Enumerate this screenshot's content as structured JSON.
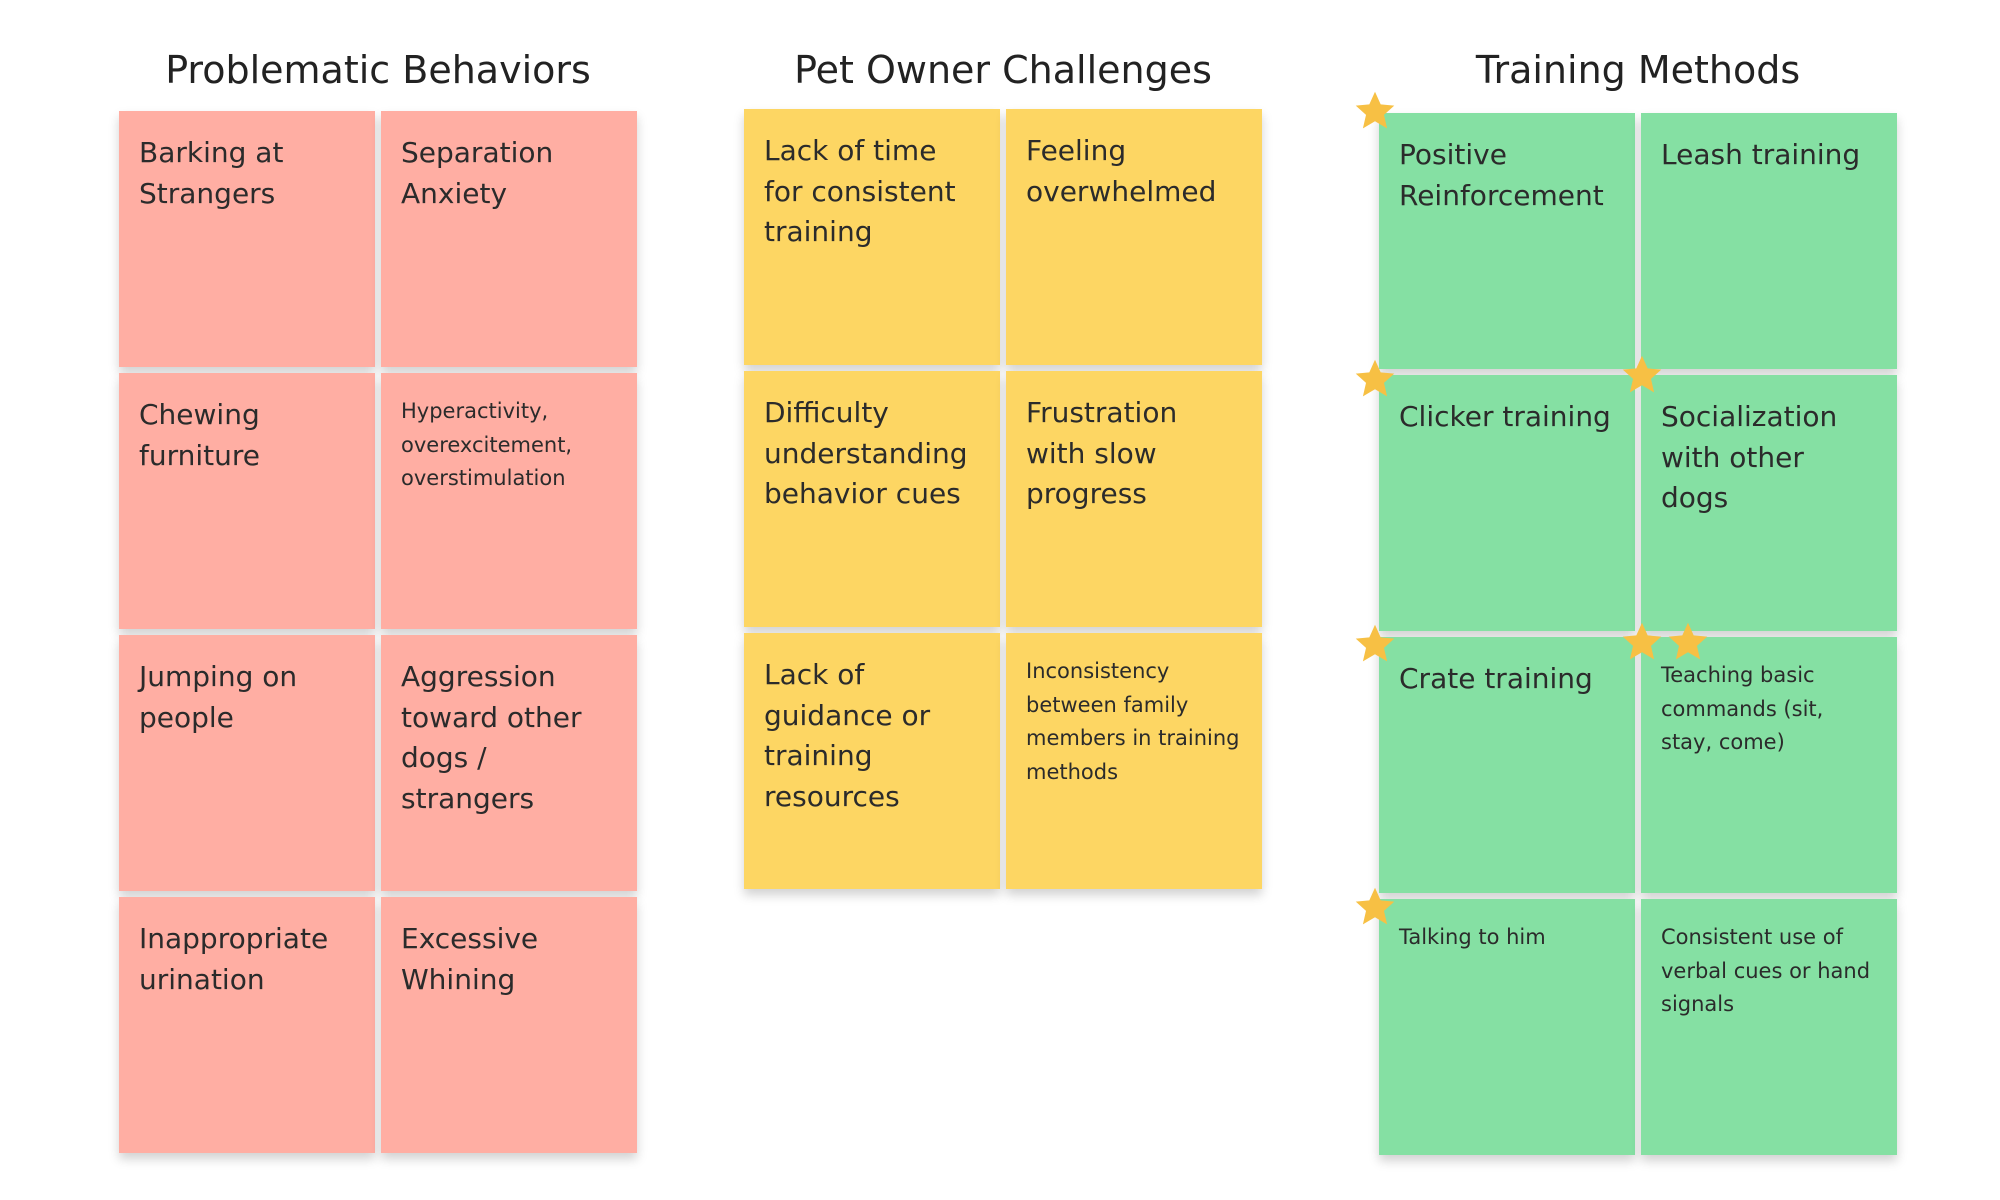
{
  "columns": [
    {
      "title": "Problematic Behaviors",
      "color": "#ffaea3",
      "notes": [
        {
          "text": "Barking at Strangers"
        },
        {
          "text": "Separation Anxiety"
        },
        {
          "text": "Chewing furniture"
        },
        {
          "text": "Hyperactivity, overexcitement, overstimulation"
        },
        {
          "text": "Jumping on people"
        },
        {
          "text": "Aggression toward other dogs / strangers"
        },
        {
          "text": "Inappropriate urination"
        },
        {
          "text": "Excessive Whining"
        }
      ]
    },
    {
      "title": "Pet Owner Challenges",
      "color": "#fdd663",
      "notes": [
        {
          "text": "Lack of time for consistent training"
        },
        {
          "text": "Feeling overwhelmed"
        },
        {
          "text": "Difficulty understanding behavior cues"
        },
        {
          "text": "Frustration with slow progress"
        },
        {
          "text": "Lack of guidance or training resources"
        },
        {
          "text": "Inconsistency between family members in training methods"
        }
      ]
    },
    {
      "title": "Training Methods",
      "color": "#85e0a3",
      "notes": [
        {
          "text": "Positive Reinforcement",
          "stars": 1
        },
        {
          "text": "Leash training",
          "stars": 0
        },
        {
          "text": "Clicker training",
          "stars": 1
        },
        {
          "text": "Socialization with other dogs",
          "stars": 1
        },
        {
          "text": "Crate training",
          "stars": 1
        },
        {
          "text": "Teaching basic commands (sit, stay, come)",
          "stars": 2
        },
        {
          "text": "Talking to him",
          "stars": 1
        },
        {
          "text": "Consistent use of verbal cues or hand signals",
          "stars": 0
        }
      ]
    }
  ],
  "star_color": "#f7c044",
  "star_icon": "star-icon"
}
